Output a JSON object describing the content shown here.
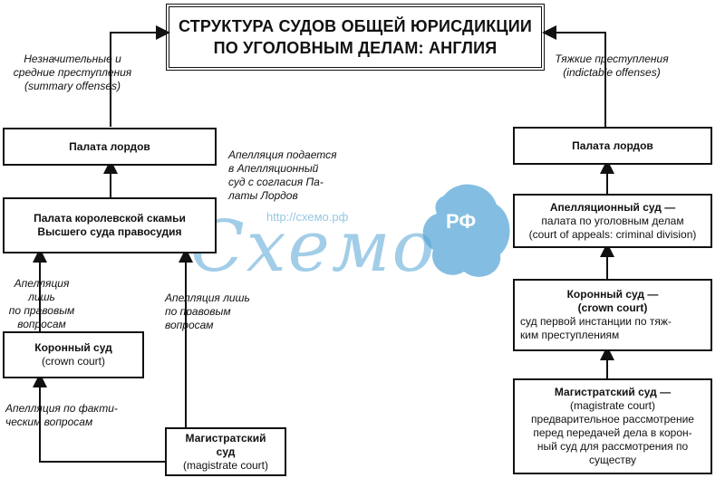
{
  "title": {
    "line1": "СТРУКТУРА СУДОВ ОБЩЕЙ ЮРИСДИКЦИИ",
    "line2": "ПО УГОЛОВНЫМ ДЕЛАМ: АНГЛИЯ"
  },
  "left": {
    "top_note": [
      "Незначительные и",
      "средние преступления",
      "(summary offenses)"
    ],
    "lords": "Палата лордов",
    "appeal_note": [
      "Апелляция подается",
      "в Апелляционный",
      "суд с согласия Па-",
      "латы Лордов"
    ],
    "kings_bench": [
      "Палата королевской скамьи",
      "Высшего суда правосудия"
    ],
    "law_note_left": [
      "Апелляция лишь",
      "по правовым",
      "вопросам"
    ],
    "law_note_right": [
      "Апелляция лишь",
      "по правовым",
      "вопросам"
    ],
    "crown": {
      "name": "Коронный суд",
      "en": "(crown court)"
    },
    "fact_note": [
      "Апелляция по факти-",
      "ческим вопросам"
    ],
    "magistrate": {
      "name1": "Магистратский",
      "name2": "суд",
      "en": "(magistrate court)"
    }
  },
  "right": {
    "top_note": [
      "Тяжкие преступления",
      "(indictable offenses)"
    ],
    "lords": "Палата лордов",
    "appeal_court": {
      "name": "Апелляционный суд —",
      "desc": "палата по уголовным делам",
      "en": "(court of appeals: criminal division)"
    },
    "crown": {
      "name": "Коронный суд —",
      "en": "(crown court)",
      "desc1": "суд первой инстанции по тяж-",
      "desc2": "ким преступлениям"
    },
    "magistrate": {
      "name": "Магистратский суд —",
      "en": "(magistrate court)",
      "desc": [
        "предварительное рассмотрение",
        "перед передачей дела в корон-",
        "ный суд для рассмотрения по",
        "существу"
      ]
    }
  },
  "watermark": {
    "url": "http://схемо.рф",
    "logo": "Схемо",
    "badge": "РФ"
  }
}
